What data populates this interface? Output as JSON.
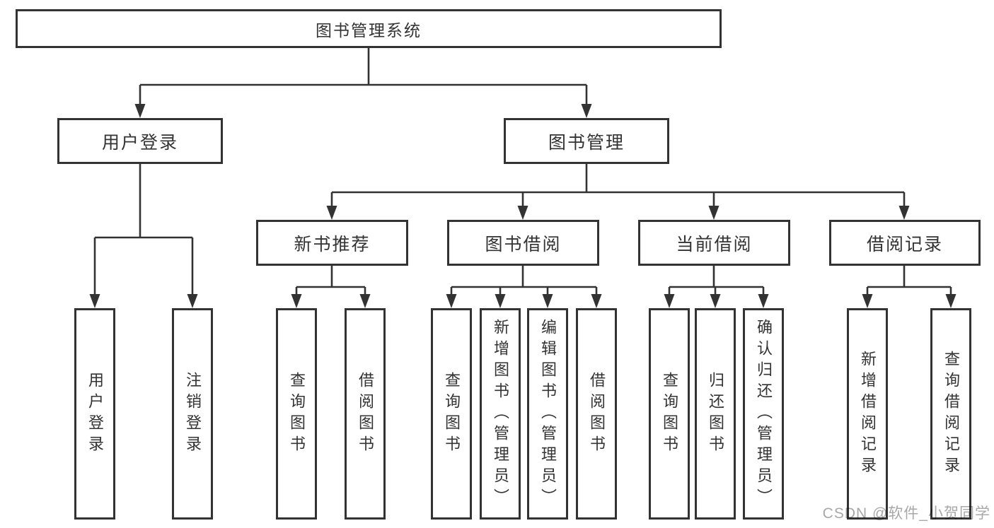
{
  "tree": {
    "root": "图书管理系统",
    "branches": [
      {
        "label": "用户登录",
        "children": [
          {
            "label": "用户登录"
          },
          {
            "label": "注销登录"
          }
        ]
      },
      {
        "label": "图书管理",
        "groups": [
          {
            "label": "新书推荐",
            "children": [
              {
                "label": "查询图书"
              },
              {
                "label": "借阅图书"
              }
            ]
          },
          {
            "label": "图书借阅",
            "children": [
              {
                "label": "查询图书"
              },
              {
                "label": "新增图书（管理员）"
              },
              {
                "label": "编辑图书（管理员）"
              },
              {
                "label": "借阅图书"
              }
            ]
          },
          {
            "label": "当前借阅",
            "children": [
              {
                "label": "查询图书"
              },
              {
                "label": "归还图书"
              },
              {
                "label": "确认归还（管理员）"
              }
            ]
          },
          {
            "label": "借阅记录",
            "children": [
              {
                "label": "新增借阅记录"
              },
              {
                "label": "查询借阅记录"
              }
            ]
          }
        ]
      }
    ]
  },
  "watermark": "CSDN @软件_小贺同学",
  "colors": {
    "line": "#333333",
    "text": "#333333",
    "box_background": "#ffffff",
    "watermark": "#a8a8a8"
  }
}
